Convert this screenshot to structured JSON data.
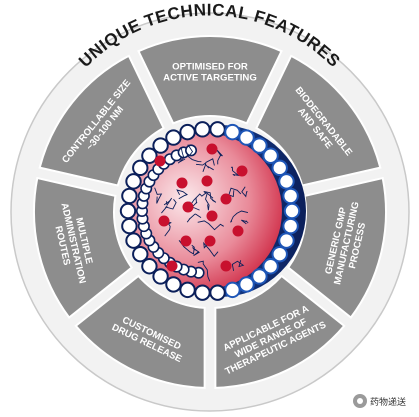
{
  "title": "UNIQUE TECHNICAL FEATURES",
  "colors": {
    "segment": "#8d8d8d",
    "ring_outer": "#f2f2f2",
    "ring_border": "#c9c9c9",
    "text_light": "#ffffff",
    "text_dark": "#1a1a1a",
    "nano_red": "#c8102e",
    "nano_red_light": "#f4d7dc",
    "nano_navy": "#0b1f5a",
    "nano_blue": "#1e56b7"
  },
  "segments": [
    {
      "id": "optimised-for-active-targeting",
      "lines": [
        "OPTIMISED FOR",
        "ACTIVE TARGETING"
      ]
    },
    {
      "id": "biodegradable-and-safe",
      "lines": [
        "BIODEGRADABLE",
        "AND SAFE"
      ]
    },
    {
      "id": "generic-gmp-manufacturing-process",
      "lines": [
        "GENERIC GMP",
        "MANUFACTURING",
        "PROCESS"
      ]
    },
    {
      "id": "applicable-to-therapeutic-agents",
      "lines": [
        "APPLICABLE FOR A",
        "WIDE RANGE OF",
        "THERAPEUTIC AGENTS"
      ]
    },
    {
      "id": "customised-drug-release",
      "lines": [
        "CUSTOMISED",
        "DRUG RELEASE"
      ]
    },
    {
      "id": "multiple-administration-routes",
      "lines": [
        "MULTIPLE",
        "ADMINISTRATION",
        "ROUTES"
      ]
    },
    {
      "id": "controllable-size",
      "lines": [
        "CONTROLLABLE SIZE",
        "~30-100 NM"
      ]
    }
  ],
  "watermark": {
    "label": "药物递送",
    "logo_icon": "wechat-logo-icon"
  }
}
